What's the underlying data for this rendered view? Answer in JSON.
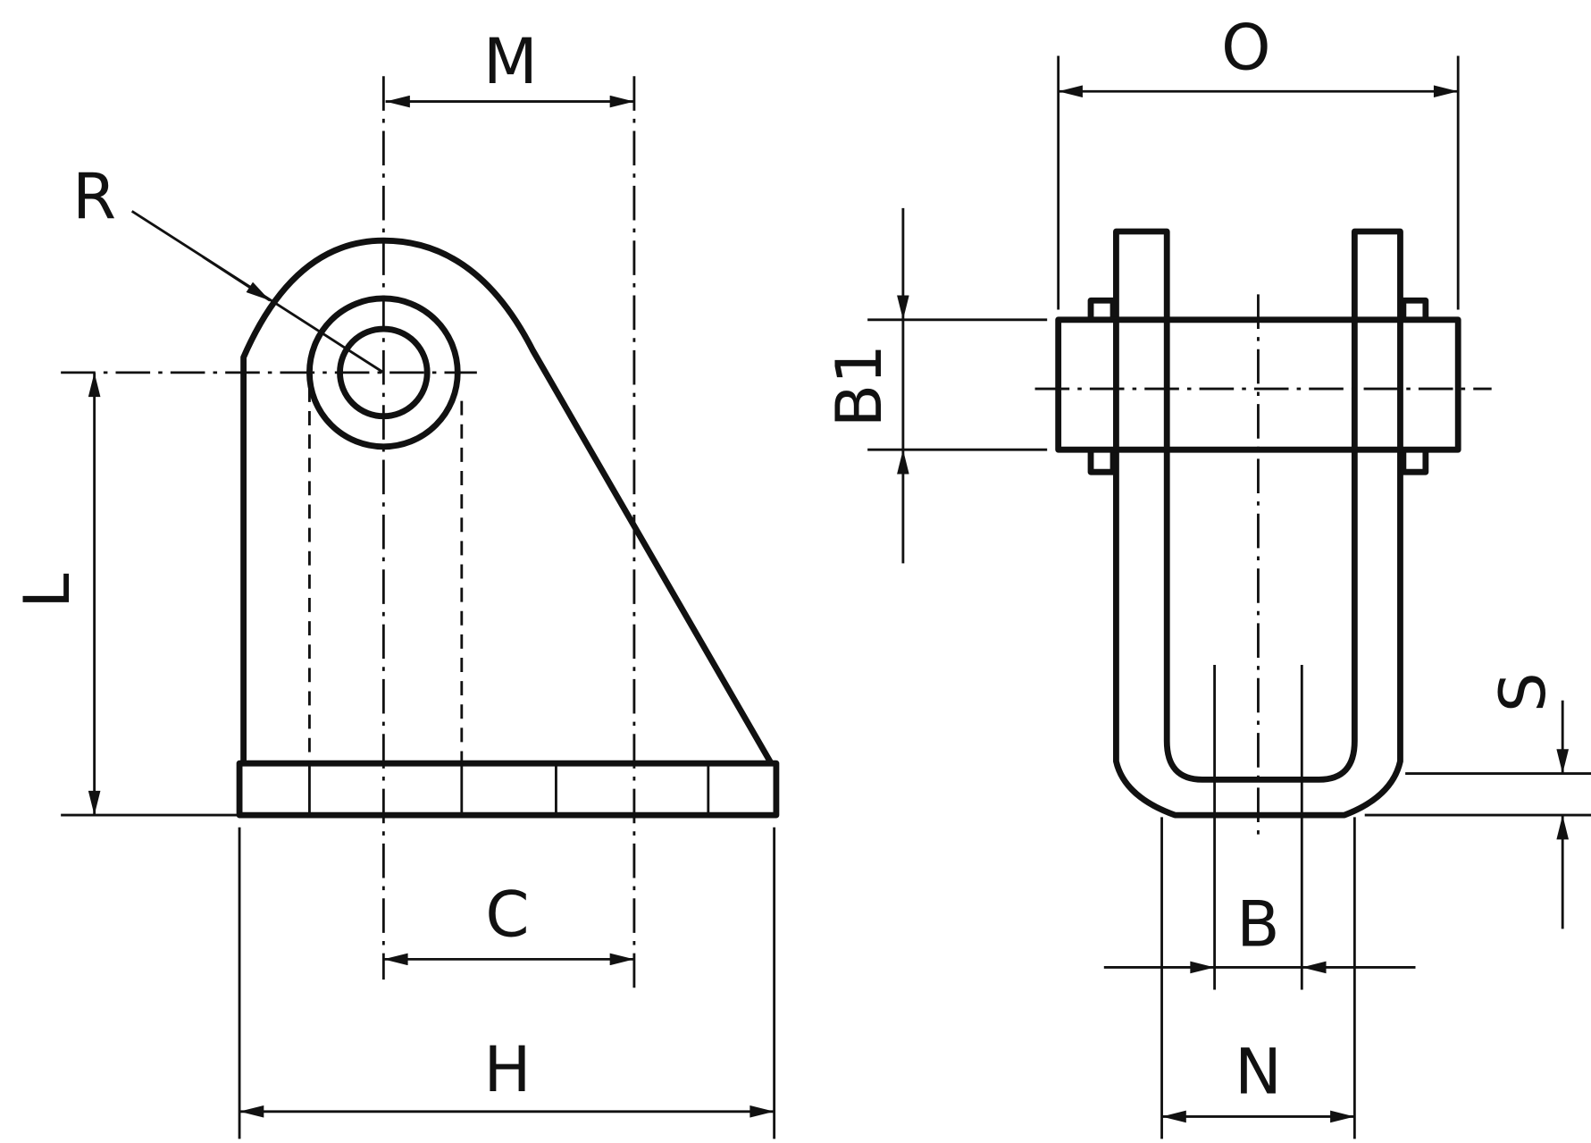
{
  "labels": {
    "M": "M",
    "R": "R",
    "L": "L",
    "C": "C",
    "H": "H",
    "O": "O",
    "B1": "B1",
    "S": "S",
    "B": "B",
    "N": "N"
  },
  "colors": {
    "line": "#111111",
    "background": "#ffffff"
  }
}
